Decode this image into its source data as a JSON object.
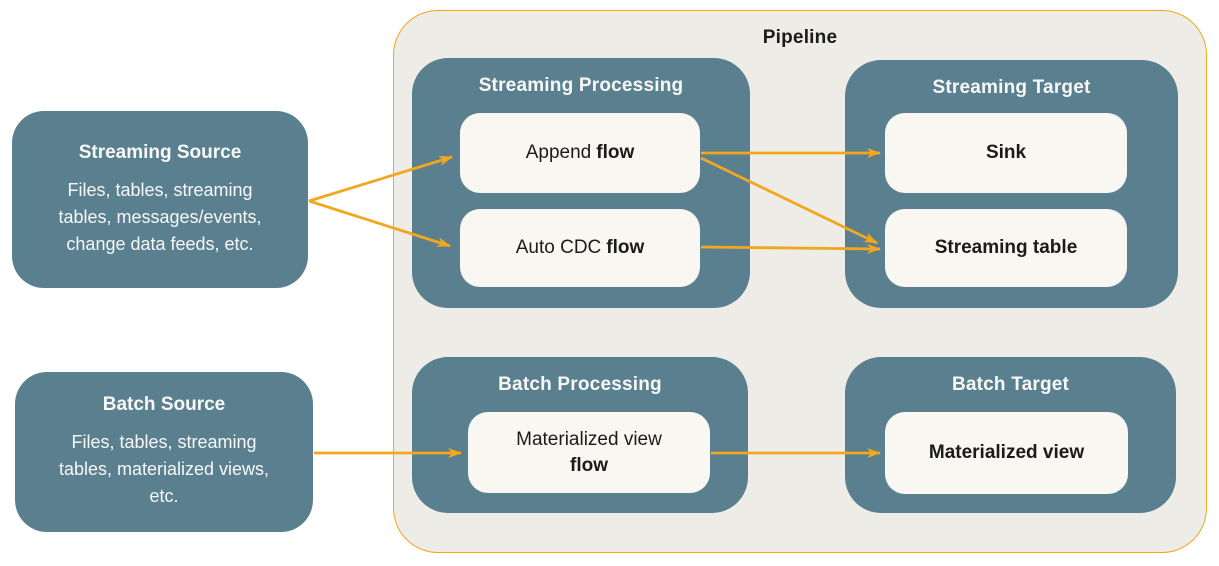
{
  "diagram": {
    "pipeline_label": "Pipeline"
  },
  "colors": {
    "teal": "#5A808F",
    "pipeline_background": "#EDECE7",
    "card_background": "#F8F7F2",
    "orange_accent": "#F2A71E",
    "dark_text": "#1B1B1B",
    "light_text": "#F7F8F7"
  },
  "sources": {
    "streaming": {
      "title": "Streaming Source",
      "description": "Files, tables, streaming tables, messages/events, change data feeds, etc."
    },
    "batch": {
      "title": "Batch Source",
      "description": "Files, tables, streaming tables, materialized views, etc."
    }
  },
  "groups": {
    "streaming_processing": {
      "title": "Streaming Processing"
    },
    "streaming_target": {
      "title": "Streaming Target"
    },
    "batch_processing": {
      "title": "Batch Processing"
    },
    "batch_target": {
      "title": "Batch Target"
    }
  },
  "nodes": {
    "append_flow": {
      "prefix": "Append",
      "bold": "flow"
    },
    "auto_cdc_flow": {
      "prefix": "Auto CDC",
      "bold": "flow"
    },
    "sink": {
      "label": "Sink"
    },
    "streaming_table": {
      "label": "Streaming table"
    },
    "mv_flow": {
      "prefix": "Materialized view",
      "bold": "flow"
    },
    "materialized_view": {
      "label": "Materialized view"
    }
  },
  "edges": [
    {
      "from": "streaming-source",
      "to": "append-flow"
    },
    {
      "from": "streaming-source",
      "to": "auto-cdc-flow"
    },
    {
      "from": "append-flow",
      "to": "sink"
    },
    {
      "from": "append-flow",
      "to": "streaming-table"
    },
    {
      "from": "auto-cdc-flow",
      "to": "streaming-table"
    },
    {
      "from": "batch-source",
      "to": "materialized-view-flow"
    },
    {
      "from": "materialized-view-flow",
      "to": "materialized-view"
    }
  ]
}
